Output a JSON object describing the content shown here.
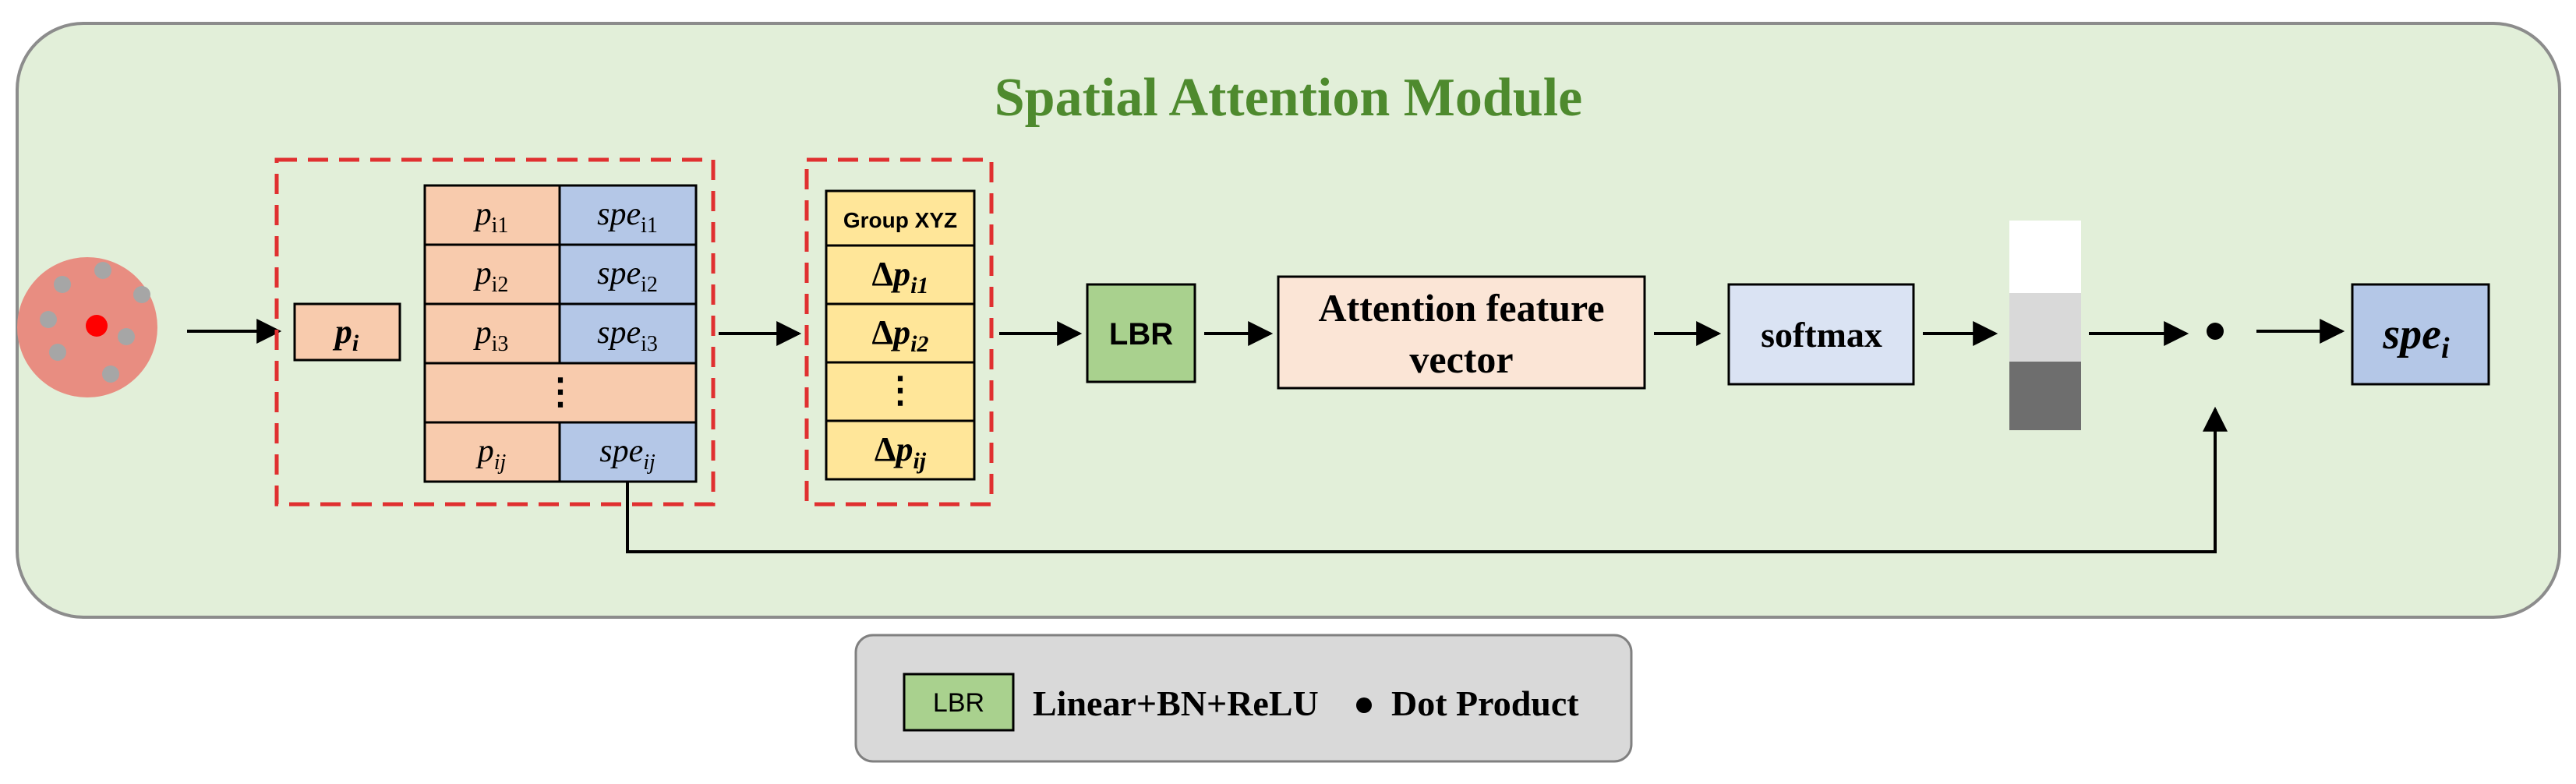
{
  "module": {
    "title": "Spatial Attention Module",
    "title_color": "#4e8a2e",
    "background": "#e2efd9",
    "border": "#8c8c8c"
  },
  "input": {
    "center_node": "red-point-icon",
    "neighbor_nodes": "gray-point-icon",
    "disk_color": "#e88d81"
  },
  "point_box": {
    "label": "p",
    "subscript": "i"
  },
  "neighbor_table": {
    "rows": [
      {
        "p": "p",
        "p_sub": "i1",
        "spe": "spe",
        "spe_sub": "i1"
      },
      {
        "p": "p",
        "p_sub": "i2",
        "spe": "spe",
        "spe_sub": "i2"
      },
      {
        "p": "p",
        "p_sub": "i3",
        "spe": "spe",
        "spe_sub": "i3"
      }
    ],
    "ellipsis": "⋮",
    "last_row": {
      "p": "p",
      "p_sub": "ij",
      "spe": "spe",
      "spe_sub": "ij"
    }
  },
  "group_table": {
    "header": "Group XYZ",
    "rows": [
      {
        "delta": "Δ",
        "p": "p",
        "sub": "i1"
      },
      {
        "delta": "Δ",
        "p": "p",
        "sub": "i2"
      }
    ],
    "ellipsis": "⋮",
    "last_row": {
      "delta": "Δ",
      "p": "p",
      "sub": "ij"
    }
  },
  "lbr_block": {
    "label": "LBR"
  },
  "attention_block": {
    "line1": "Attention feature",
    "line2": "vector"
  },
  "softmax_block": {
    "label": "softmax"
  },
  "weights_strip": {
    "colors": [
      "#ffffff",
      "#d9d9d9",
      "#6e6e6e"
    ]
  },
  "dot_operator": "dot-product-icon",
  "output_block": {
    "label": "spe",
    "subscript": "i"
  },
  "legend": {
    "lbr_tag": "LBR",
    "lbr_text": "Linear+BN+ReLU",
    "dot_text": "Dot Product"
  },
  "colors": {
    "orange_cell": "#f8cbad",
    "blue_cell": "#b4c7e7",
    "yellow_cell": "#ffe699",
    "green_block": "#a9d18e",
    "peach_block": "#fbe5d6",
    "light_blue_block": "#dae3f3",
    "dashed_red": "#e03030",
    "legend_bg": "#d9d9d9"
  }
}
